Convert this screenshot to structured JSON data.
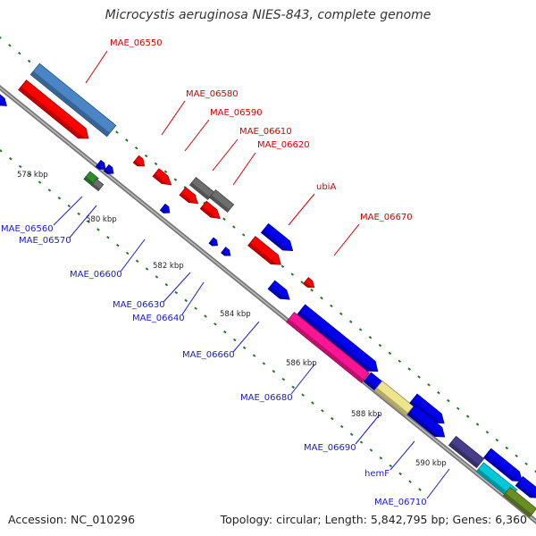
{
  "title": "Microcystis aeruginosa NIES-843, complete genome",
  "accession": "Accession: NC_010296",
  "topology": "Topology: circular; Length: 5,842,795 bp; Genes: 6,360",
  "colors": {
    "backbone": "#8a8a8a",
    "tick": "#1f7a1f",
    "label_upper": "#d40000",
    "label_lower": "#1a1acc",
    "blue": "#0000ee",
    "red": "#ff0000",
    "steelblue": "#4a86c6",
    "gray": "#6e6e6e",
    "green": "#2e8b2e",
    "pink": "#ff1493",
    "khaki": "#eee48c",
    "slateblue": "#483d8b",
    "cyan": "#00c8d8",
    "olive": "#6b8e23"
  },
  "kbp_ticks": [
    "578 kbp",
    "580 kbp",
    "582 kbp",
    "584 kbp",
    "586 kbp",
    "588 kbp",
    "590 kbp"
  ],
  "genes_upper": [
    {
      "label": "MAE_06550",
      "color": "steelblue"
    },
    {
      "label": "MAE_06580",
      "color": "red"
    },
    {
      "label": "MAE_06590",
      "color": "red"
    },
    {
      "label": "MAE_06610",
      "color": "gray"
    },
    {
      "label": "MAE_06620",
      "color": "gray"
    },
    {
      "label": "ubiA",
      "color": "blue"
    },
    {
      "label": "MAE_06670",
      "color": "red"
    }
  ],
  "genes_lower": [
    {
      "label": "MAE_06560",
      "color": "green"
    },
    {
      "label": "MAE_06570",
      "color": "blue"
    },
    {
      "label": "MAE_06600",
      "color": "blue"
    },
    {
      "label": "MAE_06630",
      "color": "blue"
    },
    {
      "label": "MAE_06640",
      "color": "blue"
    },
    {
      "label": "MAE_06660",
      "color": "blue"
    },
    {
      "label": "MAE_06680",
      "color": "pink"
    },
    {
      "label": "MAE_06690",
      "color": "khaki"
    },
    {
      "label": "hemF",
      "color": "blue"
    },
    {
      "label": "MAE_06710",
      "color": "slateblue"
    }
  ]
}
